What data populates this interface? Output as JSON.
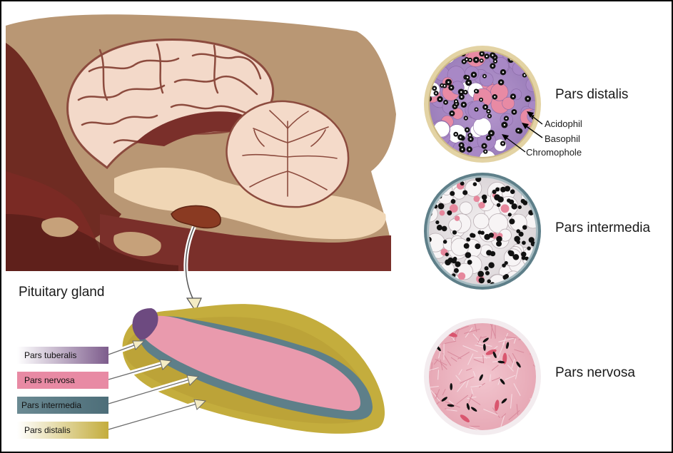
{
  "labels": {
    "pituitary_gland": "Pituitary gland",
    "pars_distalis": "Pars distalis",
    "pars_intermedia": "Pars intermedia",
    "pars_nervosa": "Pars nervosa"
  },
  "cell_types": {
    "acidophil": "Acidophil",
    "basophil": "Basophil",
    "chromophobe": "Chromophole"
  },
  "legend_boxes": [
    {
      "label": "Pars tuberalis",
      "color": "#7d5c8c"
    },
    {
      "label": "Pars nervosa",
      "color": "#e88aa4"
    },
    {
      "label": "Pars intermedia",
      "color": "#5e7f89"
    },
    {
      "label": "Pars distalis",
      "color": "#c4ad3d"
    }
  ]
}
